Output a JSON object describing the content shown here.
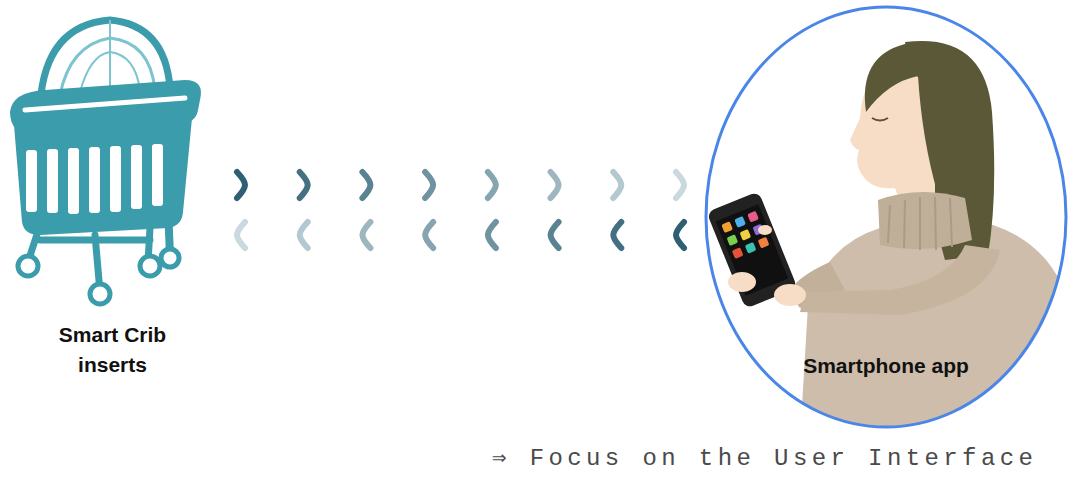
{
  "diagram": {
    "nodes": [
      {
        "text": [
          "Smart Crib inserts"
        ]
      },
      {
        "text": [
          "Smartphone app"
        ]
      }
    ],
    "edges": [
      {
        "from": 0,
        "to": 1,
        "arrow": "none"
      }
    ],
    "labels": [
      "⇒ Focus on the User Interface"
    ]
  }
}
